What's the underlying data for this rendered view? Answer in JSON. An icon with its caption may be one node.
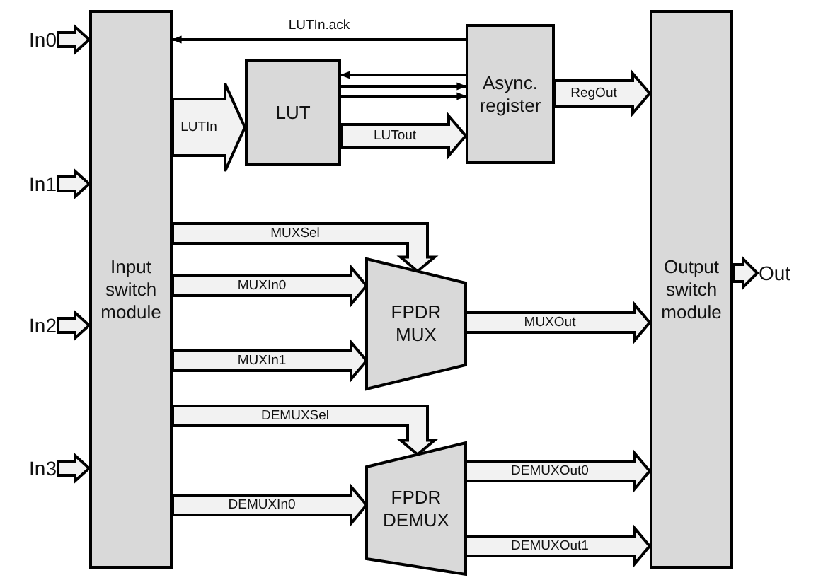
{
  "diagram": {
    "nodes": [
      {
        "text": [
          "In0"
        ]
      },
      {
        "text": [
          "In1"
        ]
      },
      {
        "text": [
          "In2"
        ]
      },
      {
        "text": [
          "In3"
        ]
      },
      {
        "text": [
          "Input switch module"
        ]
      },
      {
        "text": [
          "LUT"
        ]
      },
      {
        "text": [
          "Async. register"
        ]
      },
      {
        "text": [
          "FPDR MUX"
        ]
      },
      {
        "text": [
          "FPDR DEMUX"
        ]
      },
      {
        "text": [
          "Output switch module"
        ]
      },
      {
        "text": [
          "Out"
        ]
      }
    ],
    "edges": [
      {
        "from": 0,
        "to": 4,
        "arrow": "to",
        "style": "thick"
      },
      {
        "from": 1,
        "to": 4,
        "arrow": "to",
        "style": "thick"
      },
      {
        "from": 2,
        "to": 4,
        "arrow": "to",
        "style": "thick"
      },
      {
        "from": 3,
        "to": 4,
        "arrow": "to",
        "style": "thick"
      },
      {
        "from": 6,
        "to": 4,
        "arrow": "to",
        "label": "LUTIn.ack"
      },
      {
        "from": 4,
        "to": 5,
        "arrow": "to",
        "label": "LUTIn",
        "style": "thick"
      },
      {
        "from": 6,
        "to": 5,
        "arrow": "to"
      },
      {
        "from": 5,
        "to": 6,
        "arrow": "to"
      },
      {
        "from": 5,
        "to": 6,
        "arrow": "to"
      },
      {
        "from": 5,
        "to": 6,
        "arrow": "to",
        "label": "LUTout",
        "style": "thick"
      },
      {
        "from": 6,
        "to": 9,
        "arrow": "to",
        "label": "RegOut",
        "style": "thick"
      },
      {
        "from": 4,
        "to": 7,
        "arrow": "to",
        "label": "MUXSel",
        "style": "thick"
      },
      {
        "from": 4,
        "to": 7,
        "arrow": "to",
        "label": "MUXIn0",
        "style": "thick"
      },
      {
        "from": 4,
        "to": 7,
        "arrow": "to",
        "label": "MUXIn1",
        "style": "thick"
      },
      {
        "from": 7,
        "to": 9,
        "arrow": "to",
        "label": "MUXOut",
        "style": "thick"
      },
      {
        "from": 4,
        "to": 8,
        "arrow": "to",
        "label": "DEMUXSel",
        "style": "thick"
      },
      {
        "from": 4,
        "to": 8,
        "arrow": "to",
        "label": "DEMUXIn0",
        "style": "thick"
      },
      {
        "from": 8,
        "to": 9,
        "arrow": "to",
        "label": "DEMUXOut0",
        "style": "thick"
      },
      {
        "from": 8,
        "to": 9,
        "arrow": "to",
        "label": "DEMUXOut1",
        "style": "thick"
      },
      {
        "from": 9,
        "to": 10,
        "arrow": "to",
        "style": "thick"
      }
    ]
  }
}
